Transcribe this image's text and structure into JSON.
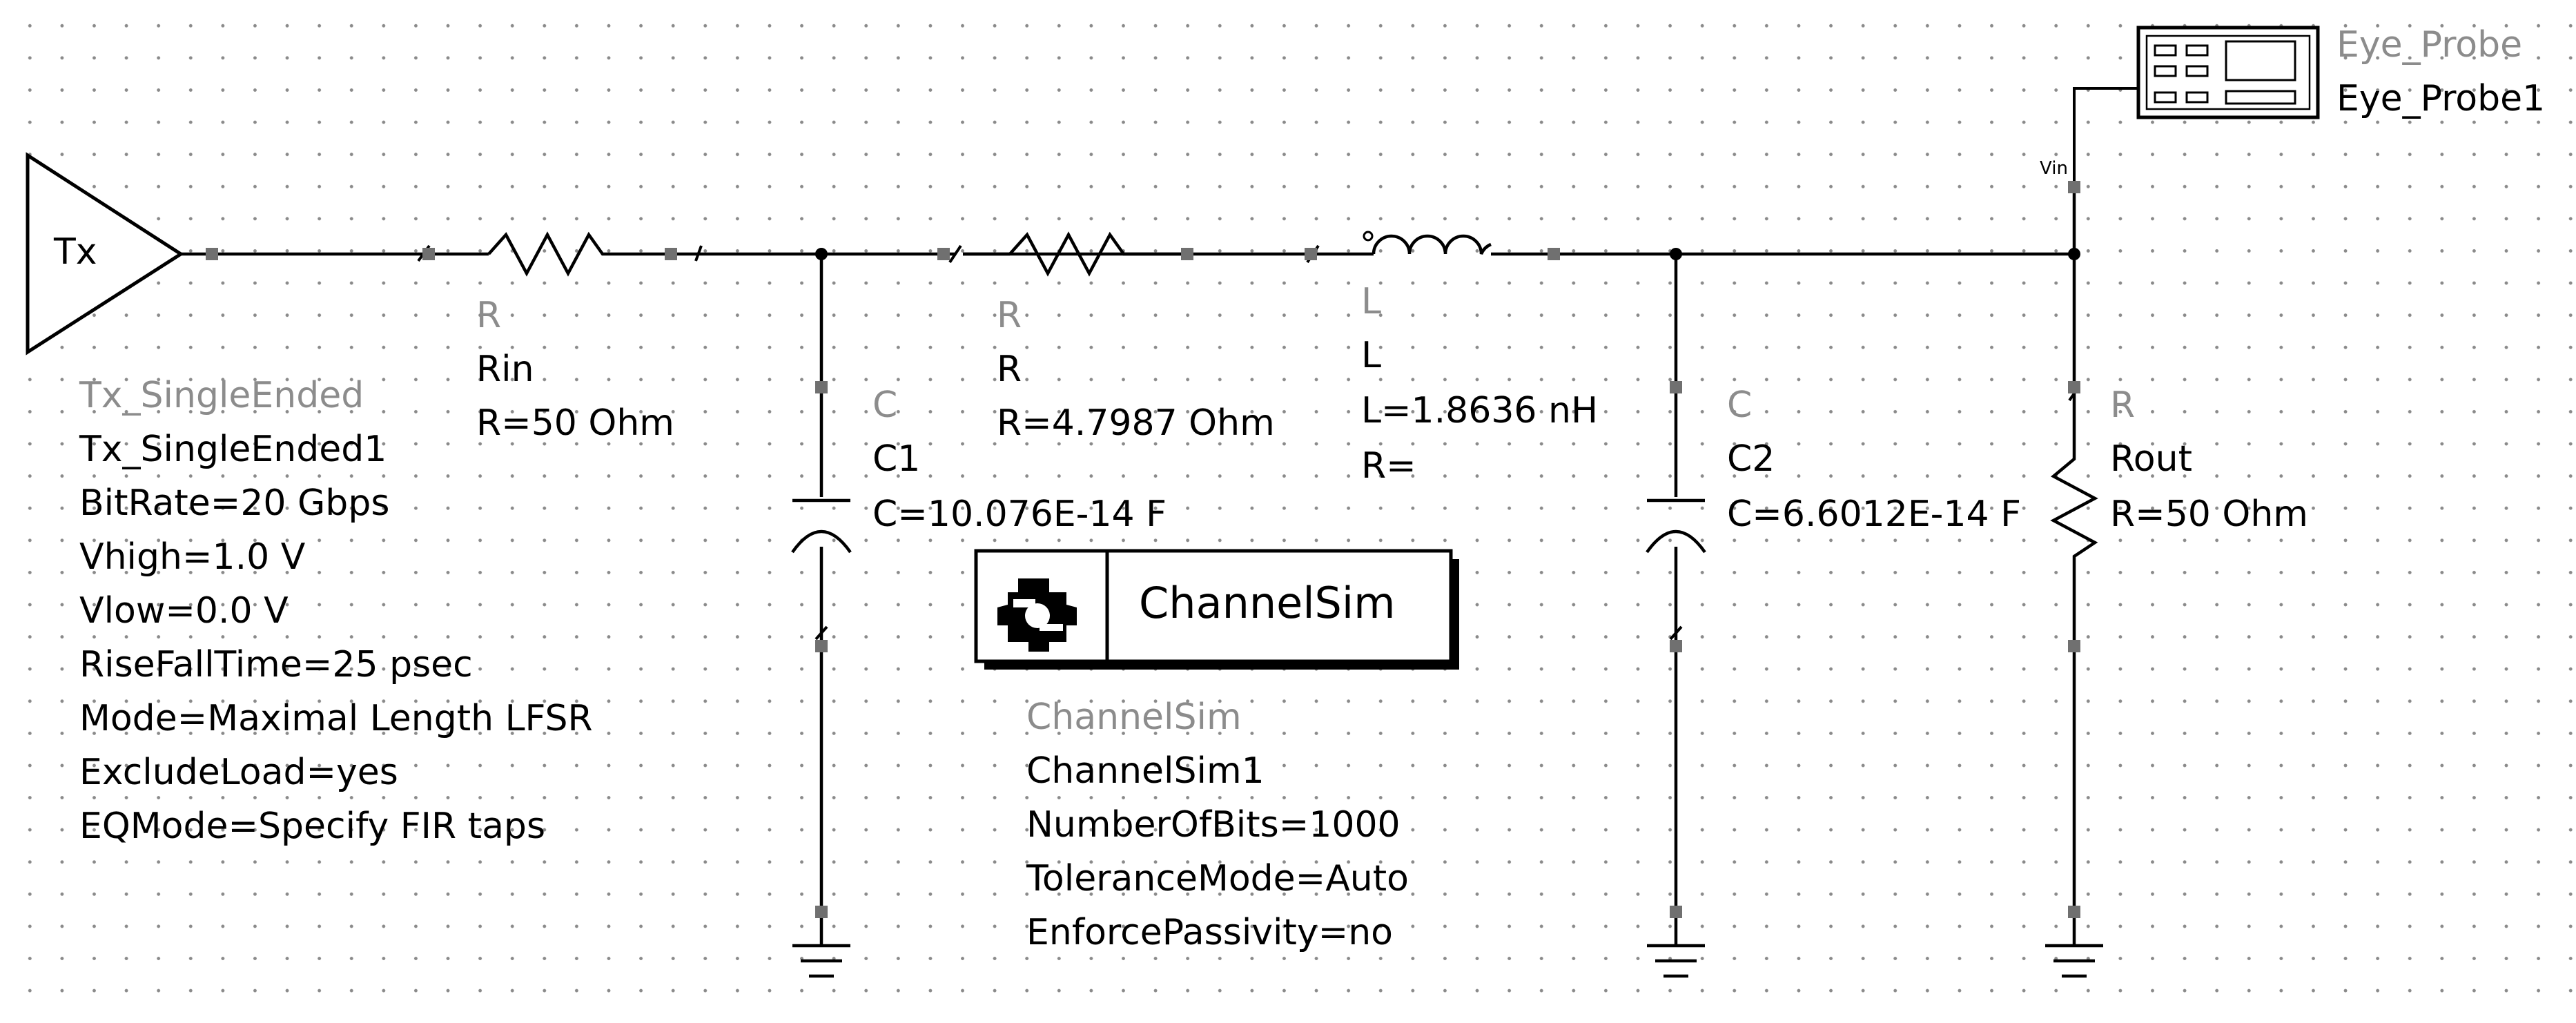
{
  "tx": {
    "symbol_label": "Tx",
    "type": "Tx_SingleEnded",
    "instance": "Tx_SingleEnded1",
    "params": [
      "BitRate=20 Gbps",
      "Vhigh=1.0 V",
      "Vlow=0.0 V",
      "RiseFallTime=25 psec",
      "Mode=Maximal Length LFSR",
      "ExcludeLoad=yes",
      "EQMode=Specify FIR taps"
    ]
  },
  "rin": {
    "type": "R",
    "instance": "Rin",
    "params": [
      "R=50 Ohm"
    ]
  },
  "r": {
    "type": "R",
    "instance": "R",
    "params": [
      "R=4.7987 Ohm"
    ]
  },
  "l": {
    "type": "L",
    "instance": "L",
    "params": [
      "L=1.8636 nH",
      "R="
    ]
  },
  "c1": {
    "type": "C",
    "instance": "C1",
    "params": [
      "C=10.076E-14 F"
    ]
  },
  "c2": {
    "type": "C",
    "instance": "C2",
    "params": [
      "C=6.6012E-14 F"
    ]
  },
  "rout": {
    "type": "R",
    "instance": "Rout",
    "params": [
      "R=50 Ohm"
    ]
  },
  "channelsim": {
    "box_label": "ChannelSim",
    "type": "ChannelSim",
    "instance": "ChannelSim1",
    "params": [
      "NumberOfBits=1000",
      "ToleranceMode=Auto",
      "EnforcePassivity=no"
    ]
  },
  "eye_probe": {
    "type": "Eye_Probe",
    "instance": "Eye_Probe1",
    "pin_label": "Vin"
  },
  "colors": {
    "wire": "#000000",
    "pin": "#707070",
    "type_label": "#8c8c8c",
    "grid_dot": "#8a8a8a"
  }
}
